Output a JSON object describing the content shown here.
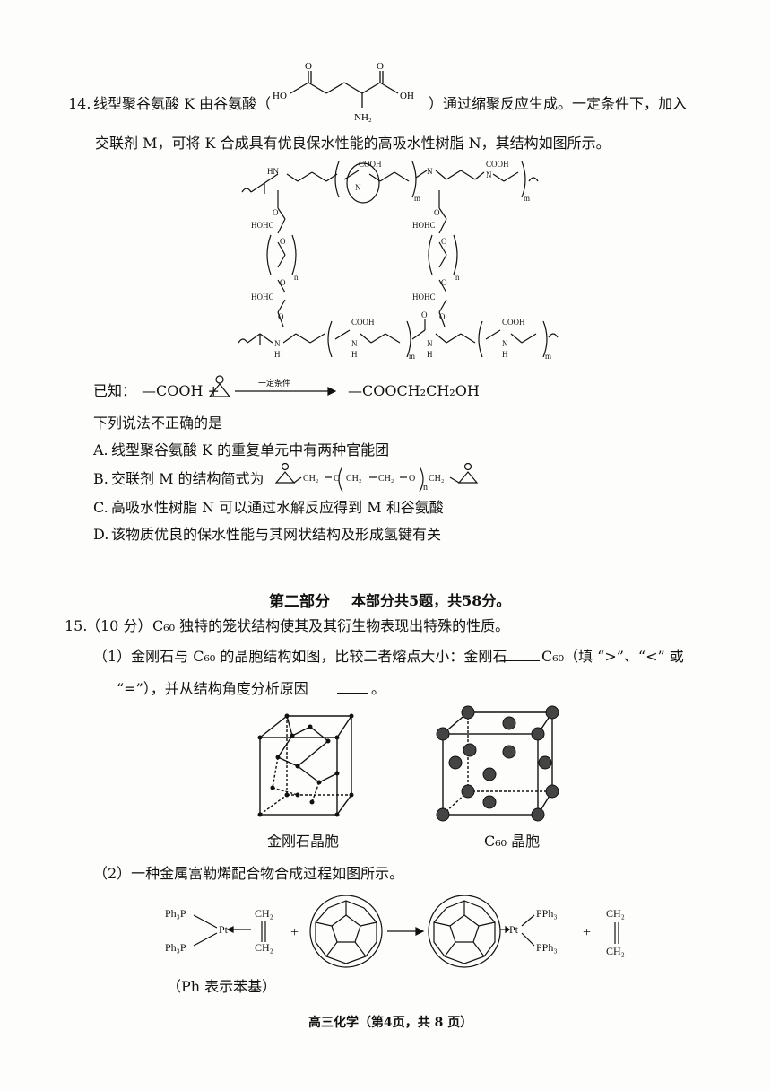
{
  "q14": {
    "number": "14.",
    "stem_part1": "线型聚谷氨酸 K 由谷氨酸（",
    "stem_part2": "）通过缩聚反应生成。一定条件下，加入",
    "stem_line2": "交联剂 M，可将 K 合成具有优良保水性能的高吸水性树脂 N，其结构如图所示。",
    "glu_labels": {
      "ho": "HO",
      "oh": "OH",
      "nh2": "NH₂",
      "o": "O"
    },
    "resin_labels": {
      "cooh": "COOH",
      "hn": "HN",
      "n": "N",
      "h": "H",
      "o": "O",
      "hohc": "HOHC",
      "m": "m",
      "n_sub": "n"
    },
    "known_prefix": "已知：",
    "known_reactant": "—COOH +",
    "known_condition": "一定条件",
    "known_product": "—COOCH₂CH₂OH",
    "question": "下列说法不正确的是",
    "options": [
      {
        "letter": "A.",
        "text": "线型聚谷氨酸 K 的重复单元中有两种官能团"
      },
      {
        "letter": "B.",
        "text": "交联剂 M 的结构简式为"
      },
      {
        "letter": "C.",
        "text": "高吸水性树脂 N 可以通过水解反应得到 M 和谷氨酸"
      },
      {
        "letter": "D.",
        "text": "该物质优良的保水性能与其网状结构及形成氢键有关"
      }
    ],
    "option_b_formula": {
      "ch2a": "CH₂",
      "o1": "O",
      "ch2b": "CH₂",
      "ch2c": "CH₂",
      "o2": "O",
      "n": "n",
      "ch2d": "CH₂"
    }
  },
  "part2": {
    "title": "第二部分",
    "subtitle": "本部分共5题，共58分。"
  },
  "q15": {
    "number": "15.",
    "points": "（10 分）",
    "stem": "C₆₀ 独特的笼状结构使其及其衍生物表现出特殊的性质。",
    "sub1_a": "（1）金刚石与 C₆₀ 的晶胞结构如图，比较二者熔点大小：金刚石",
    "sub1_b": "C₆₀（填 “>”、“<” 或",
    "sub1_c": "“=”），并从结构角度分析原因",
    "sub1_end": "。",
    "fig_diamond": "金刚石晶胞",
    "fig_c60": "C₆₀ 晶胞",
    "sub2": "（2）一种金属富勒烯配合物合成过程如图所示。",
    "reaction_labels": {
      "ph3p_top": "Ph₃P",
      "ph3p_bottom": "Ph₃P",
      "pt": "Pt",
      "ch2_top": "CH₂",
      "ch2_bottom": "CH₂",
      "plus": "+",
      "pph3_top": "PPh₃",
      "pph3_bottom": "PPh₃",
      "pt2": "Pt",
      "ch2_r_top": "CH₂",
      "ch2_r_bottom": "CH₂"
    },
    "ph_note": "（Ph 表示苯基）"
  },
  "footer": "高三化学（第4页，共 8 页）"
}
